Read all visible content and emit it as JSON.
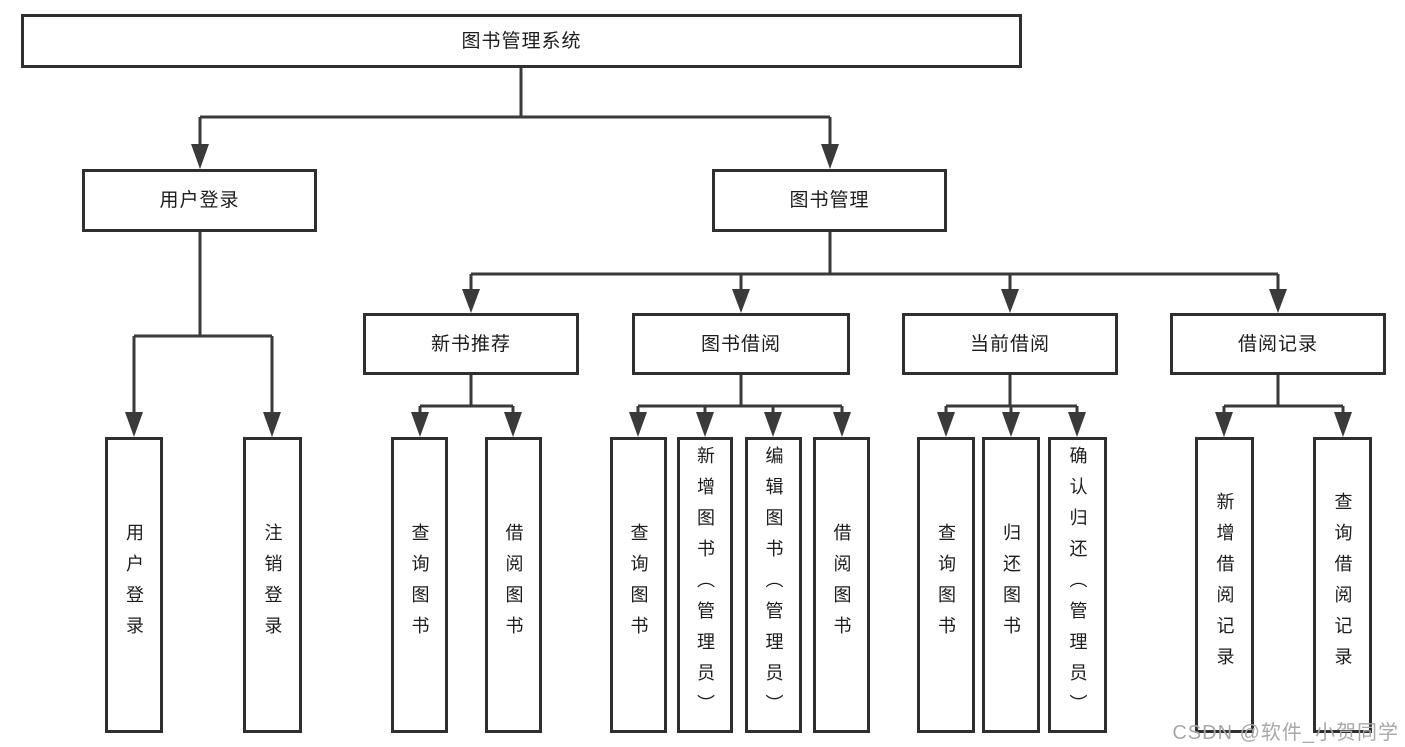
{
  "tree": {
    "root": {
      "label": "图书管理系统"
    },
    "branches": [
      {
        "label": "用户登录",
        "children": [
          {
            "label": "用户登录"
          },
          {
            "label": "注销登录"
          }
        ]
      },
      {
        "label": "图书管理",
        "sections": [
          {
            "label": "新书推荐",
            "children": [
              {
                "label": "查询图书"
              },
              {
                "label": "借阅图书"
              }
            ]
          },
          {
            "label": "图书借阅",
            "children": [
              {
                "label": "查询图书"
              },
              {
                "label": "新增图书（管理员）"
              },
              {
                "label": "编辑图书（管理员）"
              },
              {
                "label": "借阅图书"
              }
            ]
          },
          {
            "label": "当前借阅",
            "children": [
              {
                "label": "查询图书"
              },
              {
                "label": "归还图书"
              },
              {
                "label": "确认归还（管理员）"
              }
            ]
          },
          {
            "label": "借阅记录",
            "children": [
              {
                "label": "新增借阅记录"
              },
              {
                "label": "查询借阅记录"
              }
            ]
          }
        ]
      }
    ]
  },
  "watermark": {
    "text": "CSDN @软件_小贺同学"
  },
  "colors": {
    "background": "#ffffff",
    "line": "#3a3a3a",
    "border": "#2f2f2f",
    "text": "#1c1c1c",
    "watermark": "#a8a8a8"
  }
}
